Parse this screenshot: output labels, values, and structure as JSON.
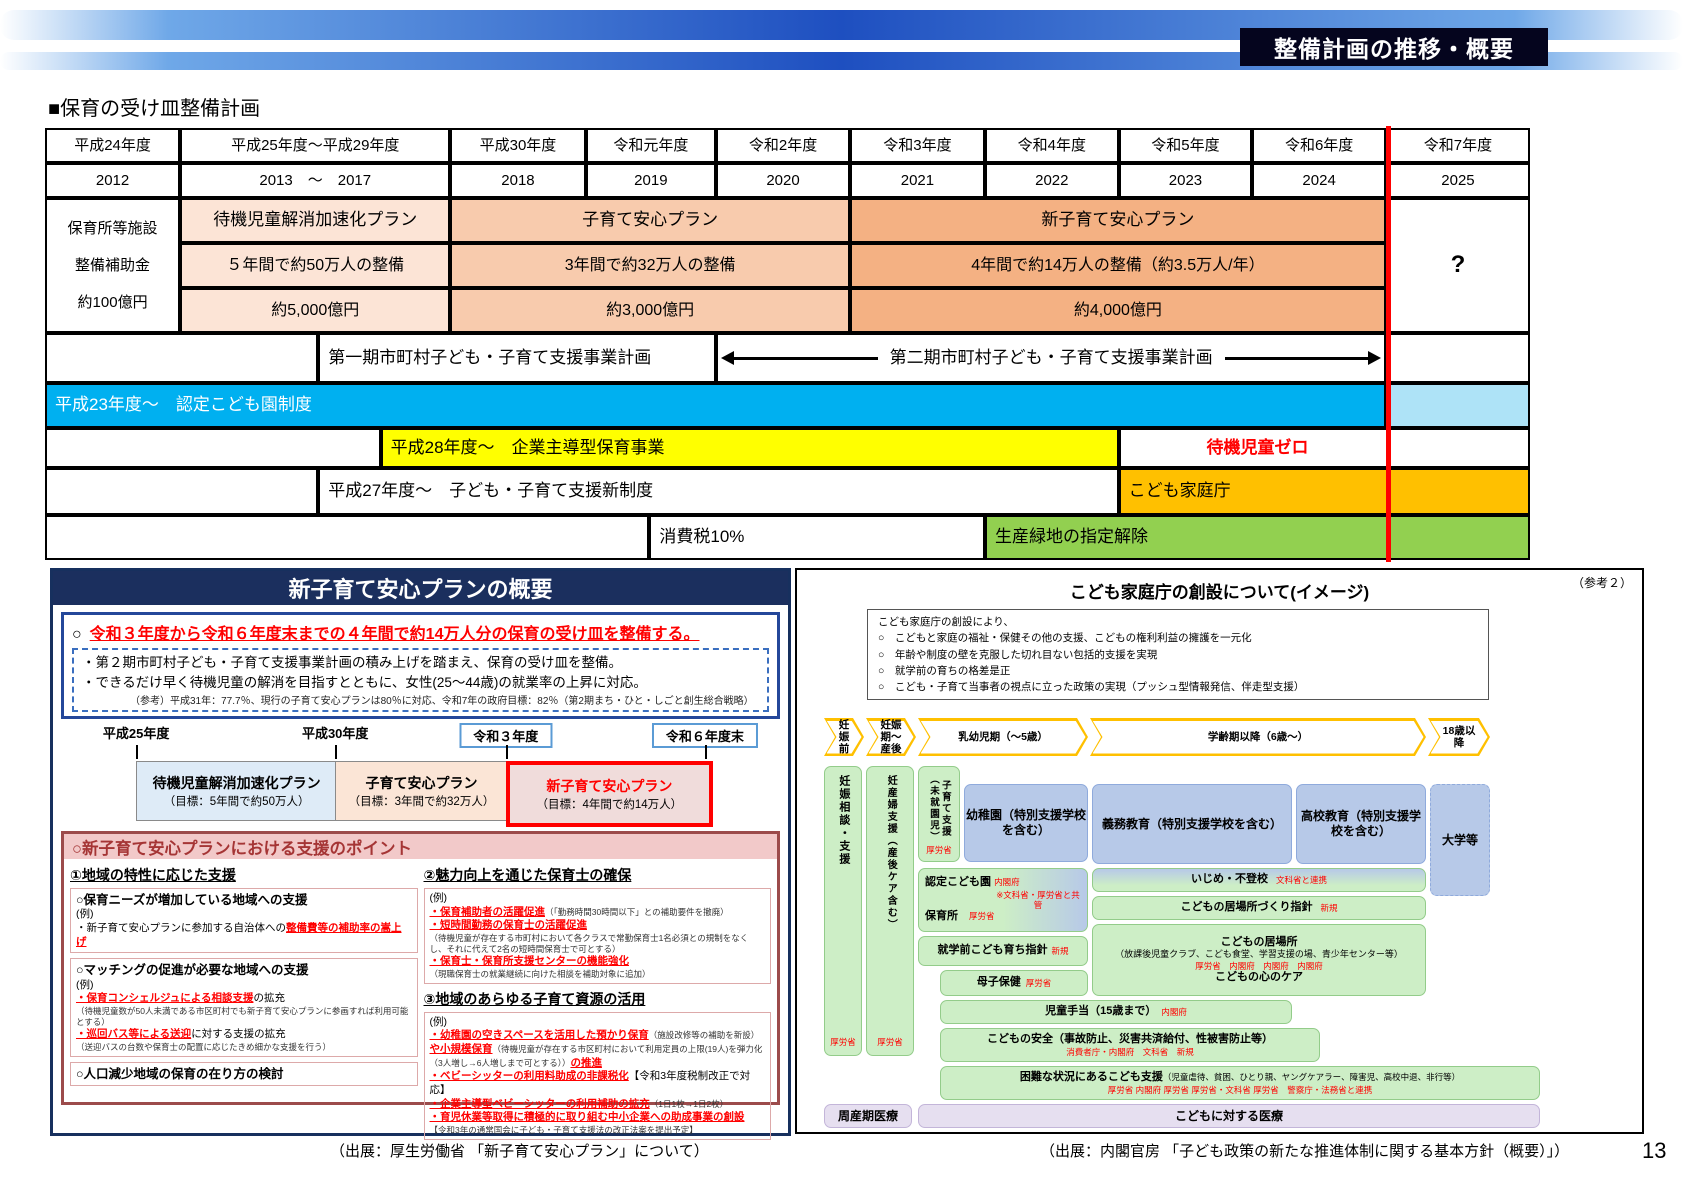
{
  "colors": {
    "plan1_bg": "#FCE4D6",
    "plan2_bg": "#F8CBAD",
    "plan3_bg": "#F4B183",
    "blue_bar": "#00B0F0",
    "light_blue_bar": "#AEE3F7",
    "yellow_bar": "#FFFF00",
    "orange_bar": "#FFC000",
    "green_bar": "#92D050",
    "red_line": "#FF0000",
    "navy_title": "#1B2F5E"
  },
  "header": {
    "title": "整備計画の推移・概要"
  },
  "section_label": "■保育の受け皿整備計画",
  "table": {
    "era": [
      "平成24年度",
      "平成25年度～平成29年度",
      "平成30年度",
      "令和元年度",
      "令和2年度",
      "令和3年度",
      "令和4年度",
      "令和5年度",
      "令和6年度",
      "令和7年度"
    ],
    "year": [
      "2012",
      "2013　～　2017",
      "2018",
      "2019",
      "2020",
      "2021",
      "2022",
      "2023",
      "2024",
      "2025"
    ],
    "left_header": [
      "保育所等施設",
      "整備補助金",
      "約100億円"
    ],
    "plans": [
      {
        "name": "待機児童解消加速化プラン",
        "target": "５年間で約50万人の整備",
        "budget": "約5,000億円"
      },
      {
        "name": "子育て安心プラン",
        "target": "3年間で約32万人の整備",
        "budget": "約3,000億円"
      },
      {
        "name": "新子育て安心プラン",
        "target": "4年間で約14万人の整備（約3.5万人/年）",
        "budget": "約4,000億円"
      }
    ],
    "future": "?",
    "period1": "第一期市町村子ども・子育て支援事業計画",
    "period2": "第二期市町村子ども・子育て支援事業計画",
    "nintei_kodomoen": "平成23年度～　認定こども園制度",
    "kigyo_hoiku": "平成28年度～　企業主導型保育事業",
    "taiki_zero": "待機児童ゼロ",
    "shin_seido": "平成27年度～　子ども・子育て支援新制度",
    "kodomo_katei_cho": "こども家庭庁",
    "shohizei": "消費税10%",
    "seisan_ryokuchi": "生産緑地の指定解除"
  },
  "left_panel": {
    "title": "新子育て安心プランの概要",
    "goal_marker": "○",
    "goal": "令和３年度から令和６年度末までの４年間で約14万人分の保育の受け皿を整備する。",
    "bullet1": "・第２期市町村子ども・子育て支援事業計画の積み上げを踏まえ、保育の受け皿を整備。",
    "bullet2": "・できるだけ早く待機児童の解消を目指すとともに、女性(25～44歳)の就業率の上昇に対応。",
    "note": "（参考）平成31年：77.7％、現行の子育て安心プランは80％に対応、令和7年の政府目標：82％（第2期まち・ひと・しごと創生総合戦略）",
    "tl_labels": [
      "平成25年度",
      "平成30年度",
      "令和３年度",
      "令和６年度末"
    ],
    "tl_plans": [
      {
        "name": "待機児童解消加速化プラン",
        "goal": "（目標：5年間で約50万人）"
      },
      {
        "name": "子育て安心プラン",
        "goal": "（目標：3年間で約32万人）"
      },
      {
        "name": "新子育て安心プラン",
        "goal": "（目標：4年間で約14万人）"
      }
    ],
    "points_title": "○新子育て安心プランにおける支援のポイント",
    "p1": {
      "heading": "①地域の特性に応じた支援",
      "b1_title": "○保育ニーズが増加している地域への支援",
      "b1_rei": "(例)",
      "b1_pre": "・新子育て安心プランに参加する自治体への",
      "b1_red": "整備費等の補助率の嵩上げ",
      "b2_title": "○マッチングの促進が必要な地域への支援",
      "b2_rei": "(例)",
      "b2_i1_red": "・保育コンシェルジュによる相談支援",
      "b2_i1_suffix": "の拡充",
      "b2_i1_note": "（待機児童数が50人未満である市区町村でも新子育て安心プランに参画すれば利用可能とする）",
      "b2_i2_red": "・巡回バス等による送迎",
      "b2_i2_suffix": "に対する支援の拡充",
      "b2_i2_note": "（送迎バスの台数や保育士の配置に応じたきめ細かな支援を行う）",
      "b3_title": "○人口減少地域の保育の在り方の検討"
    },
    "p2": {
      "heading": "②魅力向上を通じた保育士の確保",
      "rei": "(例)",
      "i1_red": "・保育補助者の活躍促進",
      "i1_note": "（「勤務時間30時間以下」との補助要件を撤廃）",
      "i2_red": "・短時間勤務の保育士の活躍促進",
      "i2_note": "（待機児童が存在する市町村において各クラスで常勤保育士1名必須との規制をなくし、それに代えて2名の短時間保育士で可とする）",
      "i3_red": "・保育士・保育所支援センターの機能強化",
      "i3_note": "（現職保育士の就業継続に向けた相談を補助対象に追加）"
    },
    "p3": {
      "heading": "③地域のあらゆる子育て資源の活用",
      "rei": "(例)",
      "i1_red1": "・幼稚園の空きスペースを活用した預かり保育",
      "i1_note1": "（施設改修等の補助を新設）",
      "i1_red2": "や小規模保育",
      "i1_note2": "（待機児童が存在する市区町村において利用定員の上限(19人)を弾力化（3人増し→6人増しまで可とする））",
      "i1_red3": "の推進",
      "i2_red": "・ベビーシッターの利用料助成の非課税化",
      "i2_note": "【令和3年度税制改正で対応】",
      "i3_red": "・企業主導型ベビーシッターの利用補助の拡充",
      "i3_note": "（1日1枚→1日2枚）",
      "i4_red": "・育児休業等取得に積極的に取り組む中小企業への助成事業の創設",
      "i4_note": "【令和3年の通常国会に子ども・子育て支援法の改正法案を提出予定】"
    }
  },
  "right_panel": {
    "ref": "（参考２）",
    "title": "こども家庭庁の創設について(イメージ)",
    "intro_lead": "こども家庭庁の創設により、",
    "intro": [
      "○　こどもと家庭の福祉・保健その他の支援、こどもの権利利益の擁護を一元化",
      "○　年齢や制度の壁を克服した切れ目ない包括的支援を実現",
      "○　就学前の育ちの格差是正",
      "○　こども・子育て当事者の視点に立った政策の実現（プッシュ型情報発信、伴走型支援）"
    ],
    "bands": [
      "妊娠前",
      "妊娠期～産後",
      "乳幼児期（～5歳）",
      "学齢期以降（6歳～）",
      "18歳以降"
    ],
    "boxes": {
      "ninshin": {
        "label": "妊娠相談・支援",
        "ministry": "厚労省"
      },
      "ninpu": {
        "label": "妊産婦支援（産後ケア含む）",
        "ministry": "厚労省"
      },
      "kosodate": {
        "label": "子育て支援（未就園児）",
        "ministry": "厚労省"
      },
      "youchien": {
        "label": "幼稚園（特別支援学校を含む）"
      },
      "nintei": {
        "name1": "認定こども園",
        "min1": "内閣府",
        "min1_note": "※文科省・厚労省と共管",
        "name2": "保育所",
        "min2": "厚労省"
      },
      "shugakumae": {
        "label": "就学前こども育ち指針",
        "tag": "新規"
      },
      "boshi": {
        "label": "母子保健",
        "ministry": "厚労省"
      },
      "gimu": {
        "label": "義務教育（特別支援学校を含む）"
      },
      "kouko": {
        "label": "高校教育（特別支援学校を含む）"
      },
      "daigaku": {
        "label": "大学等"
      },
      "ijime": {
        "label": "いじめ・不登校",
        "tag": "文科省と連携"
      },
      "ibasho_shishin": {
        "label": "こどもの居場所づくり指針",
        "tag": "新規"
      },
      "ibasho": {
        "name": "こどもの居場所",
        "note": "（放課後児童クラブ、こども食堂、学習支援の場、青少年センター等）",
        "ministries": "厚労省　内閣府　内閣府　内閣府",
        "care": "こどもの心のケア"
      },
      "jidou": {
        "label": "児童手当（15歳まで）",
        "ministry": "内閣府"
      },
      "anzen": {
        "label": "こどもの安全（事故防止、災害共済給付、性被害防止等）",
        "ministries": "消費者庁・内閣府　文科省　新規"
      },
      "konnan": {
        "label": "困難な状況にあるこども支援",
        "note": "（児童虐待、貧困、ひとり親、ヤングケアラー、障害児、高校中退、非行等）",
        "ministries": "厚労省 内閣府 厚労省 厚労省・文科省 厚労省　警察庁・法務省と連携"
      },
      "shusanki": {
        "label": "周産期医療"
      },
      "iryou": {
        "label": "こどもに対する医療"
      }
    }
  },
  "footer": {
    "left_caption": "（出展：厚生労働省 「新子育て安心プラン」について）",
    "right_caption": "（出展：内閣官房 「子ども政策の新たな推進体制に関する基本方針（概要）」）",
    "page": "13"
  }
}
